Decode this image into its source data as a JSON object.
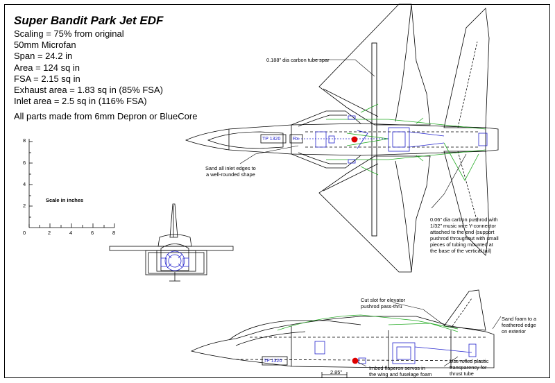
{
  "title": "Super Bandit Park Jet EDF",
  "specs": [
    "Scaling = 75% from original",
    "50mm Microfan",
    "Span = 24.2 in",
    "Area = 124 sq in",
    "FSA = 2.15 sq in",
    "Exhaust area = 1.83 sq in (85% FSA)",
    "Inlet area = 2.5 sq in (116% FSA)"
  ],
  "materials_note": "All parts made from 6mm Depron or BlueCore",
  "scale": {
    "label": "Scale in inches",
    "y_ticks": [
      "8",
      "6",
      "4",
      "2"
    ],
    "x_ticks": [
      "0",
      "2",
      "4",
      "6",
      "8"
    ]
  },
  "callouts": {
    "spar": "0.188\" dia carbon tube spar",
    "inlet": [
      "Sand all inlet edges to",
      "a well-rounded shape"
    ],
    "pushrod": [
      "0.06\" dia carbon pushrod with",
      "1/32\" music wire Y-connector",
      "attached to the end (support",
      "pushrod throughout with small",
      "pieces of tubing mounted at",
      "the base of the vertical tail)"
    ],
    "slot": [
      "Cut slot for elevator",
      "pushrod pass-thru"
    ],
    "sand_foam": [
      "Sand foam to a",
      "feathered edge",
      "on exterior"
    ],
    "servos": [
      "Imbed flaperon servos in",
      "the wing and fuselage foam"
    ],
    "transparency": [
      "Use rolled plastic",
      "transparency for",
      "thrust tube"
    ]
  },
  "box_labels": {
    "top_tp": "TP 1320",
    "top_rx": "Rx",
    "side_tp": "TP 1320"
  },
  "dimension": "2.85\"",
  "colors": {
    "line": "#000000",
    "servo_blue": "#2222cc",
    "structure_green": "#22aa22",
    "cg_red": "#dd0000"
  }
}
